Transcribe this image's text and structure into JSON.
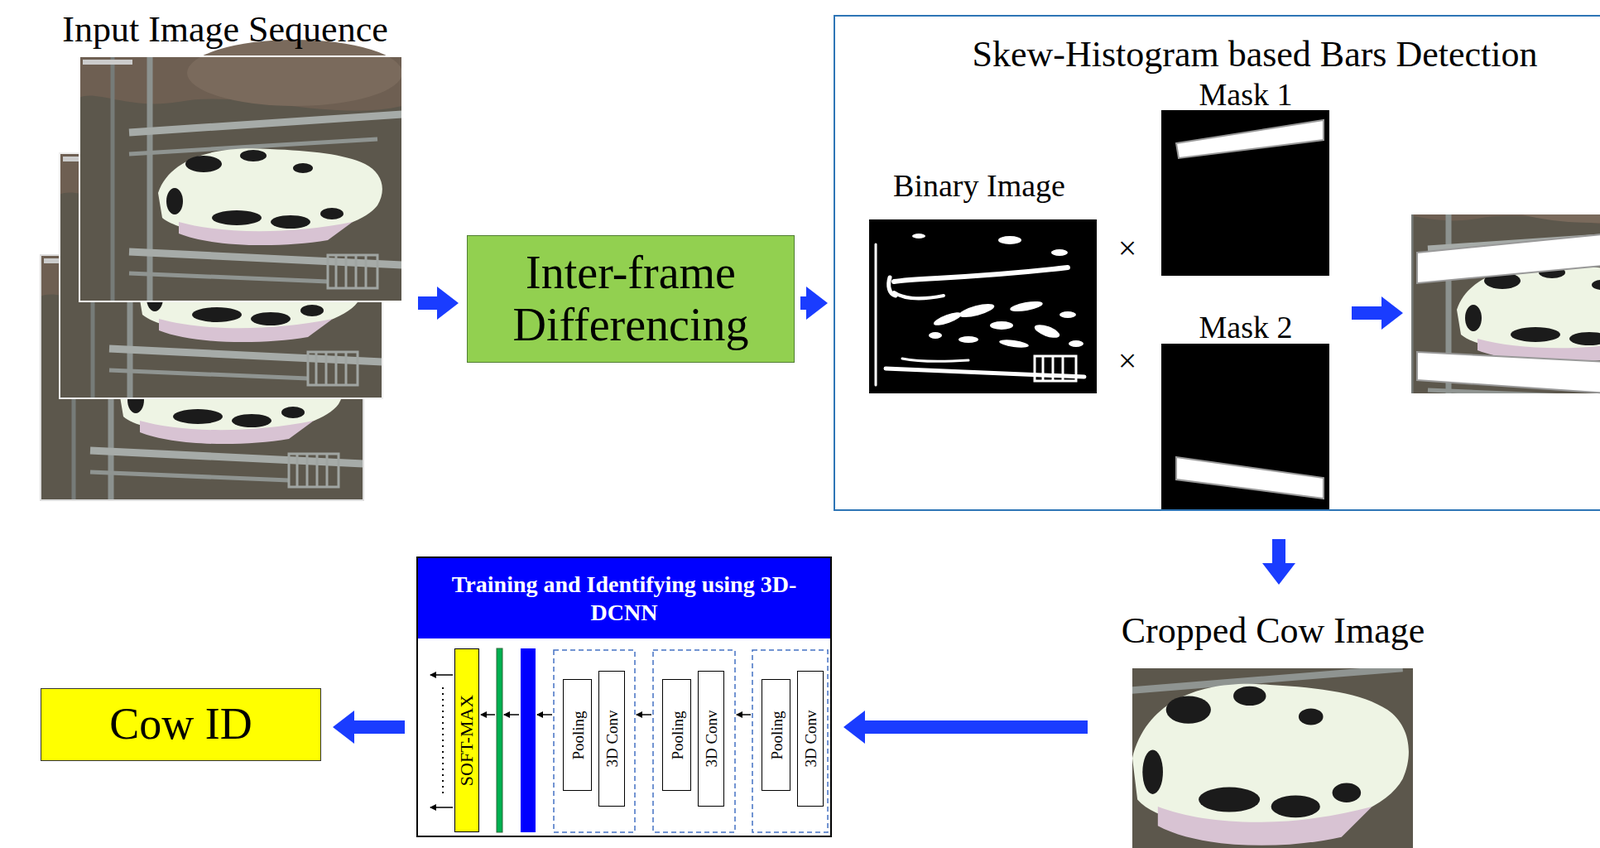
{
  "diagram": {
    "nodes": [
      {
        "text": [
          "Input Image Sequence"
        ]
      },
      {
        "text": [
          "Inter-frame Differencing"
        ]
      },
      {
        "text": [
          "Skew-Histogram based Bars Detection"
        ]
      },
      {
        "text": [
          "Cropped Cow Image"
        ]
      },
      {
        "text": [
          "Training and Identifying using 3D-DCNN"
        ]
      },
      {
        "text": [
          "SOFT-MAX"
        ],
        "in": 4
      },
      {
        "text": [
          "Pooling"
        ],
        "in": 4
      },
      {
        "text": [
          "3D Conv"
        ],
        "in": 4
      },
      {
        "text": [
          "Pooling"
        ],
        "in": 4
      },
      {
        "text": [
          "3D Conv"
        ],
        "in": 4
      },
      {
        "text": [
          "Pooling"
        ],
        "in": 4
      },
      {
        "text": [
          "3D Conv"
        ],
        "in": 4
      },
      {
        "text": [
          "Cow ID"
        ]
      }
    ],
    "edges": [
      {
        "from": 0,
        "to": 1,
        "arrow": "to"
      },
      {
        "from": 1,
        "to": 2,
        "arrow": "to"
      },
      {
        "from": 2,
        "to": 3,
        "arrow": "to"
      },
      {
        "from": 3,
        "to": 4,
        "arrow": "to"
      },
      {
        "from": 4,
        "to": 12,
        "arrow": "to"
      }
    ],
    "labels": [
      "Binary Image",
      "×",
      "×",
      "Mask 1",
      "Mask 2"
    ]
  }
}
